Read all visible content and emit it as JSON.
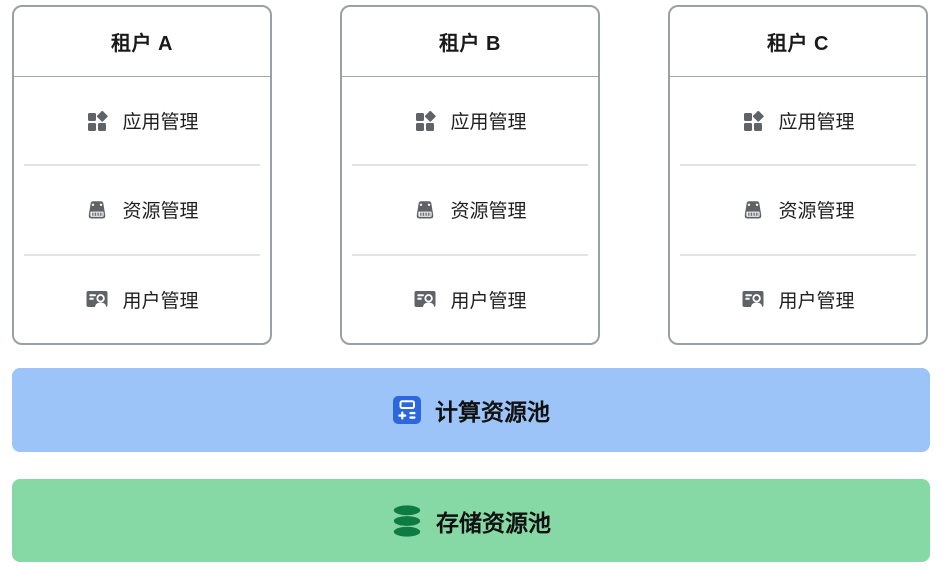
{
  "tenants": [
    {
      "name": "租户 A",
      "items": [
        {
          "label": "应用管理",
          "icon": "apps-icon"
        },
        {
          "label": "资源管理",
          "icon": "server-icon"
        },
        {
          "label": "用户管理",
          "icon": "user-card-icon"
        }
      ]
    },
    {
      "name": "租户 B",
      "items": [
        {
          "label": "应用管理",
          "icon": "apps-icon"
        },
        {
          "label": "资源管理",
          "icon": "server-icon"
        },
        {
          "label": "用户管理",
          "icon": "user-card-icon"
        }
      ]
    },
    {
      "name": "租户 C",
      "items": [
        {
          "label": "应用管理",
          "icon": "apps-icon"
        },
        {
          "label": "资源管理",
          "icon": "server-icon"
        },
        {
          "label": "用户管理",
          "icon": "user-card-icon"
        }
      ]
    }
  ],
  "pools": [
    {
      "label": "计算资源池",
      "icon": "calculator-icon",
      "background": "#9dc4f8",
      "icon_color": "#2d67dd"
    },
    {
      "label": "存储资源池",
      "icon": "database-icon",
      "background": "#86d8a5",
      "icon_color": "#0f7b44"
    }
  ],
  "colors": {
    "card_border": "#9aa0a6",
    "item_divider": "#e3e3e3",
    "icon_gray": "#5f6368",
    "text": "#1a1a1a",
    "compute_pool_bg": "#9dc4f8",
    "compute_icon_blue": "#2d67dd",
    "storage_pool_bg": "#86d8a5",
    "storage_icon_green": "#0f7b44"
  }
}
